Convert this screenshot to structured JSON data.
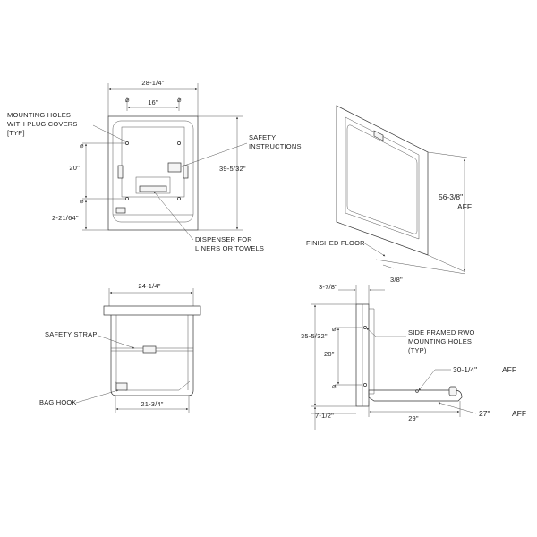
{
  "front_view": {
    "width_dim": "28-1/4\"",
    "hole_spacing_dim": "16\"",
    "mounting_holes_label": [
      "MOUNTING HOLES",
      "WITH PLUG COVERS",
      "[TYP]"
    ],
    "safety_label": [
      "SAFETY",
      "INSTRUCTIONS"
    ],
    "vertical_hole_dim": "20\"",
    "height_dim": "39-5/32\"",
    "bottom_hole_dim": "2-21/64\"",
    "dispenser_label": [
      "DISPENSER FOR",
      "LINERS OR TOWELS"
    ]
  },
  "iso_view": {
    "height_dim": "56-3/8\"",
    "aff_label": "AFF",
    "finished_floor_label": "FINISHED FLOOR",
    "thickness_dim": "3/8\""
  },
  "open_view": {
    "top_width_dim": "24-1/4\"",
    "safety_strap_label": "SAFETY STRAP",
    "bag_hook_label": "BAG HOOK",
    "bottom_width_dim": "21-3/4\""
  },
  "side_view": {
    "depth_dim": "3-7/8\"",
    "overall_height_dim": "35-5/32\"",
    "hole_dim": "20\"",
    "side_holes_label": [
      "SIDE FRAMED RWO",
      "MOUNTING HOLES",
      "(TYP)"
    ],
    "height_aff_dim": "30-1/4\"",
    "aff_label_1": "AFF",
    "bottom_dim": "7-1/2\"",
    "open_depth_dim": "29\"",
    "floor_dim": "27\"",
    "aff_label_2": "AFF"
  }
}
